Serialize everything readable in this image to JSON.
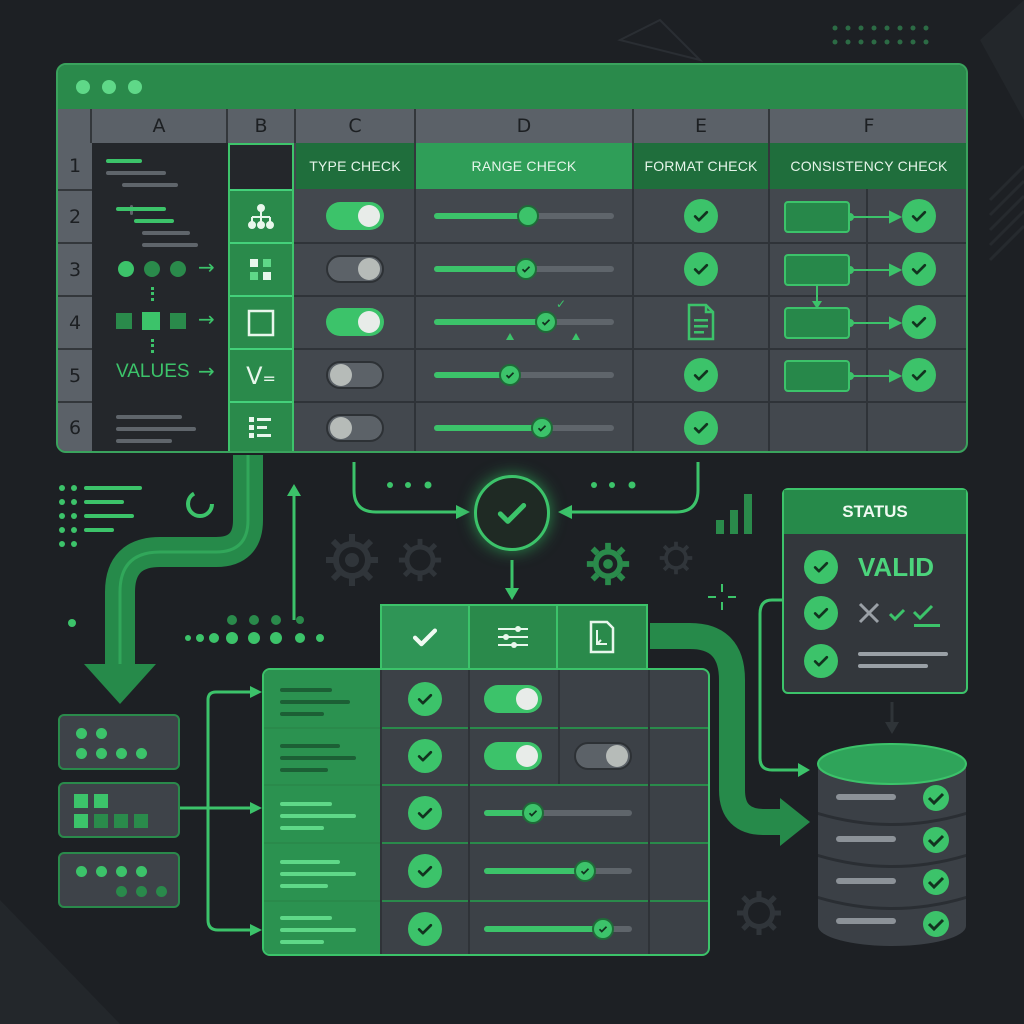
{
  "sheet": {
    "columns": [
      "A",
      "B",
      "C",
      "D",
      "E",
      "F"
    ],
    "rows": [
      "1",
      "2",
      "3",
      "4",
      "5",
      "6"
    ],
    "headers": {
      "type_check": "TYPE CHECK",
      "range_check": "RANGE CHECK",
      "format_check": "FORMAT CHECK",
      "consistency_check": "CONSISTENCY CHECK"
    },
    "values_label": "VALUES",
    "type_check_toggles": [
      true,
      false,
      true,
      false,
      false
    ],
    "range_check_levels": [
      0.52,
      0.51,
      0.62,
      0.42,
      0.6
    ]
  },
  "status": {
    "title": "STATUS",
    "value": "VALID"
  },
  "lower_table": {
    "row_toggles": [
      true,
      true
    ],
    "row_sliders": [
      0.33,
      0.66,
      0.8
    ]
  },
  "colors": {
    "accent": "#3cc36a",
    "accent_dark": "#268a4a",
    "background": "#1d2024",
    "panel": "#43484e"
  },
  "icons": [
    "hierarchy-icon",
    "grid-icon",
    "square-icon",
    "variable-icon",
    "list-icon",
    "check-icon",
    "sliders-icon",
    "document-icon",
    "gear-icon",
    "database-icon",
    "arrow-icon"
  ]
}
